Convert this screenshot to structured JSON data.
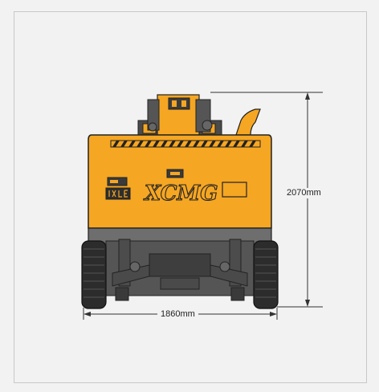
{
  "dimensions": {
    "height_label": "2070mm",
    "width_label": "1860mm"
  },
  "machine": {
    "logo_text": "XCMG",
    "body_color": "#f5a623",
    "undercarriage_color": "#6e6e6e",
    "tire_color": "#2c2c2c"
  }
}
